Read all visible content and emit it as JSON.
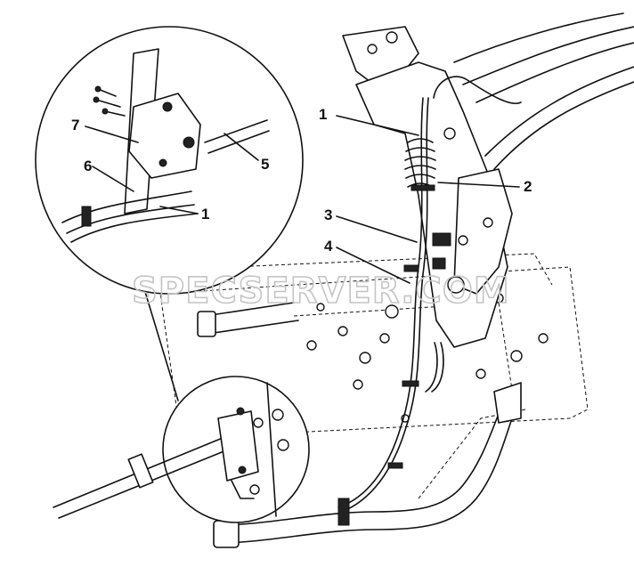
{
  "callouts": {
    "c1_main": "1",
    "c2": "2",
    "c3": "3",
    "c4": "4",
    "c1_inset": "1",
    "c5": "5",
    "c6": "6",
    "c7": "7"
  },
  "watermark": "SPECSERVER.COM"
}
